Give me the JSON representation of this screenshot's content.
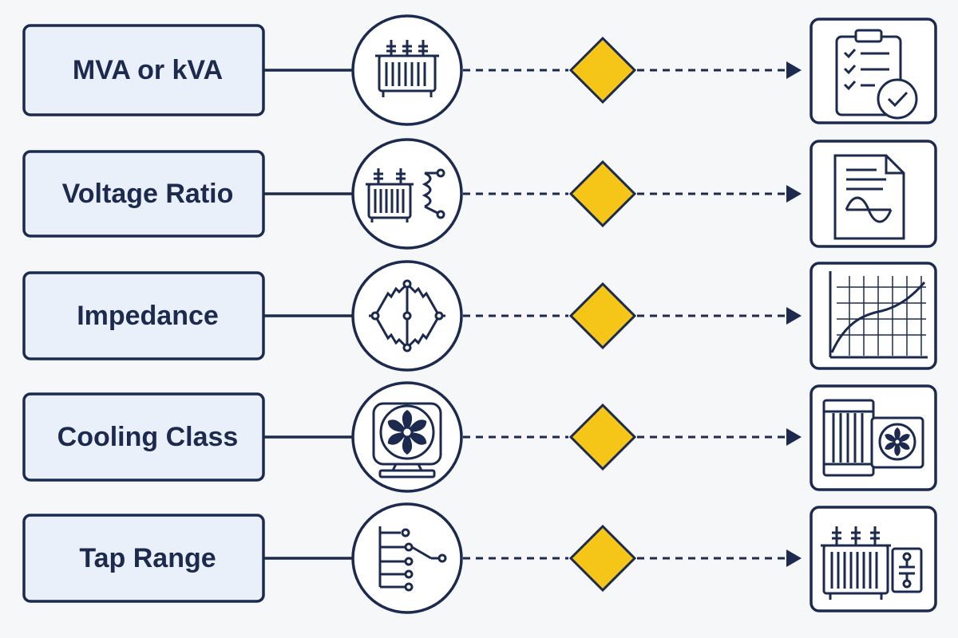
{
  "colors": {
    "navy": "#1b2a4e",
    "box_fill": "#eaf0fa",
    "white": "#ffffff",
    "diamond": "#f5c518",
    "background": "#f6f7f9"
  },
  "rows": [
    {
      "label": "MVA or kVA",
      "node_icon": "transformer-icon",
      "result_icon": "checklist-icon"
    },
    {
      "label": "Voltage Ratio",
      "node_icon": "transformer-coil-icon",
      "result_icon": "waveform-document-icon"
    },
    {
      "label": "Impedance",
      "node_icon": "bridge-circuit-icon",
      "result_icon": "curve-graph-icon"
    },
    {
      "label": "Cooling Class",
      "node_icon": "fan-icon",
      "result_icon": "radiator-fan-icon"
    },
    {
      "label": "Tap Range",
      "node_icon": "tap-changer-icon",
      "result_icon": "transformer-tap-icon"
    }
  ]
}
